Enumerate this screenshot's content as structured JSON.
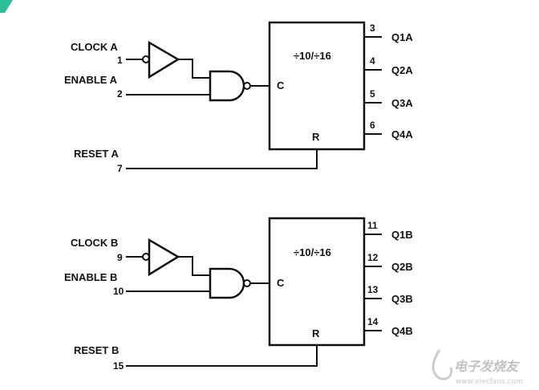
{
  "corner_mark_color": "#2dbf9a",
  "counters": [
    {
      "id": "a",
      "clock_label": "CLOCK A",
      "clock_pin": "1",
      "enable_label": "ENABLE A",
      "enable_pin": "2",
      "reset_label": "RESET A",
      "reset_pin": "7",
      "divider_text": "÷10/÷16",
      "clock_input_text": "C",
      "reset_input_text": "R",
      "outputs": [
        {
          "pin": "3",
          "label": "Q1A"
        },
        {
          "pin": "4",
          "label": "Q2A"
        },
        {
          "pin": "5",
          "label": "Q3A"
        },
        {
          "pin": "6",
          "label": "Q4A"
        }
      ]
    },
    {
      "id": "b",
      "clock_label": "CLOCK B",
      "clock_pin": "9",
      "enable_label": "ENABLE B",
      "enable_pin": "10",
      "reset_label": "RESET B",
      "reset_pin": "15",
      "divider_text": "÷10/÷16",
      "clock_input_text": "C",
      "reset_input_text": "R",
      "outputs": [
        {
          "pin": "11",
          "label": "Q1B"
        },
        {
          "pin": "12",
          "label": "Q2B"
        },
        {
          "pin": "13",
          "label": "Q3B"
        },
        {
          "pin": "14",
          "label": "Q4B"
        }
      ]
    }
  ],
  "watermark": {
    "text": "电子发烧友",
    "url": "www.elecfans.com"
  }
}
